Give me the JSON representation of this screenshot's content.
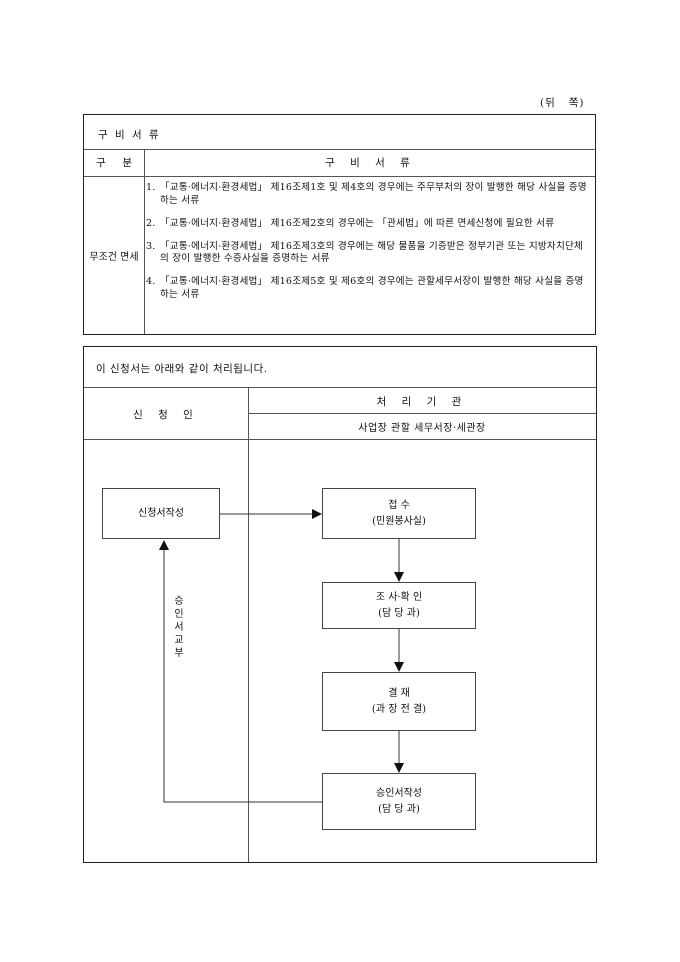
{
  "page_side_label": "(뒤   쪽)",
  "documents": {
    "title": "구 비 서 류",
    "col_category": "구     분",
    "col_documents": "구 비 서 류",
    "category": "무조건 면세",
    "items": [
      {
        "num": "1.",
        "text": "「교통·에너지·환경세법」 제16조제1호 및 제4호의 경우에는 주무부처의 장이 발행한 해당 사실을 증명하는 서류"
      },
      {
        "num": "2.",
        "text": "「교통·에너지·환경세법」 제16조제2호의 경우에는 「관세법」에 따른 면세신청에 필요한 서류"
      },
      {
        "num": "3.",
        "text": "「교통·에너지·환경세법」 제16조제3호의 경우에는 해당 물품을 기증받은 정부기관 또는 지방자치단체의 장이 발행한 수증사실을 증명하는 서류"
      },
      {
        "num": "4.",
        "text": "「교통·에너지·환경세법」 제16조제5호 및 제6호의 경우에는 관할세무서장이 발행한 해당 사실을 증명하는 서류"
      }
    ]
  },
  "process": {
    "intro": "이 신청서는 아래와 같이 처리됩니다.",
    "applicant_header": "신 청 인",
    "agency_header": "처 리 기 관",
    "agency_sub": "사업장 관할 세무서장·세관장",
    "steps": {
      "write": "신청서작성",
      "receive": {
        "line1": "접 수",
        "line2": "(민원봉사실)"
      },
      "review": {
        "line1": "조 사·확 인",
        "line2": "(담 당 과)"
      },
      "approve": {
        "line1": "결  재",
        "line2": "(과 장 전 결)"
      },
      "issue": {
        "line1": "승인서작성",
        "line2": "(담 당 과)"
      }
    },
    "delivery_label": "승인서 교부"
  }
}
